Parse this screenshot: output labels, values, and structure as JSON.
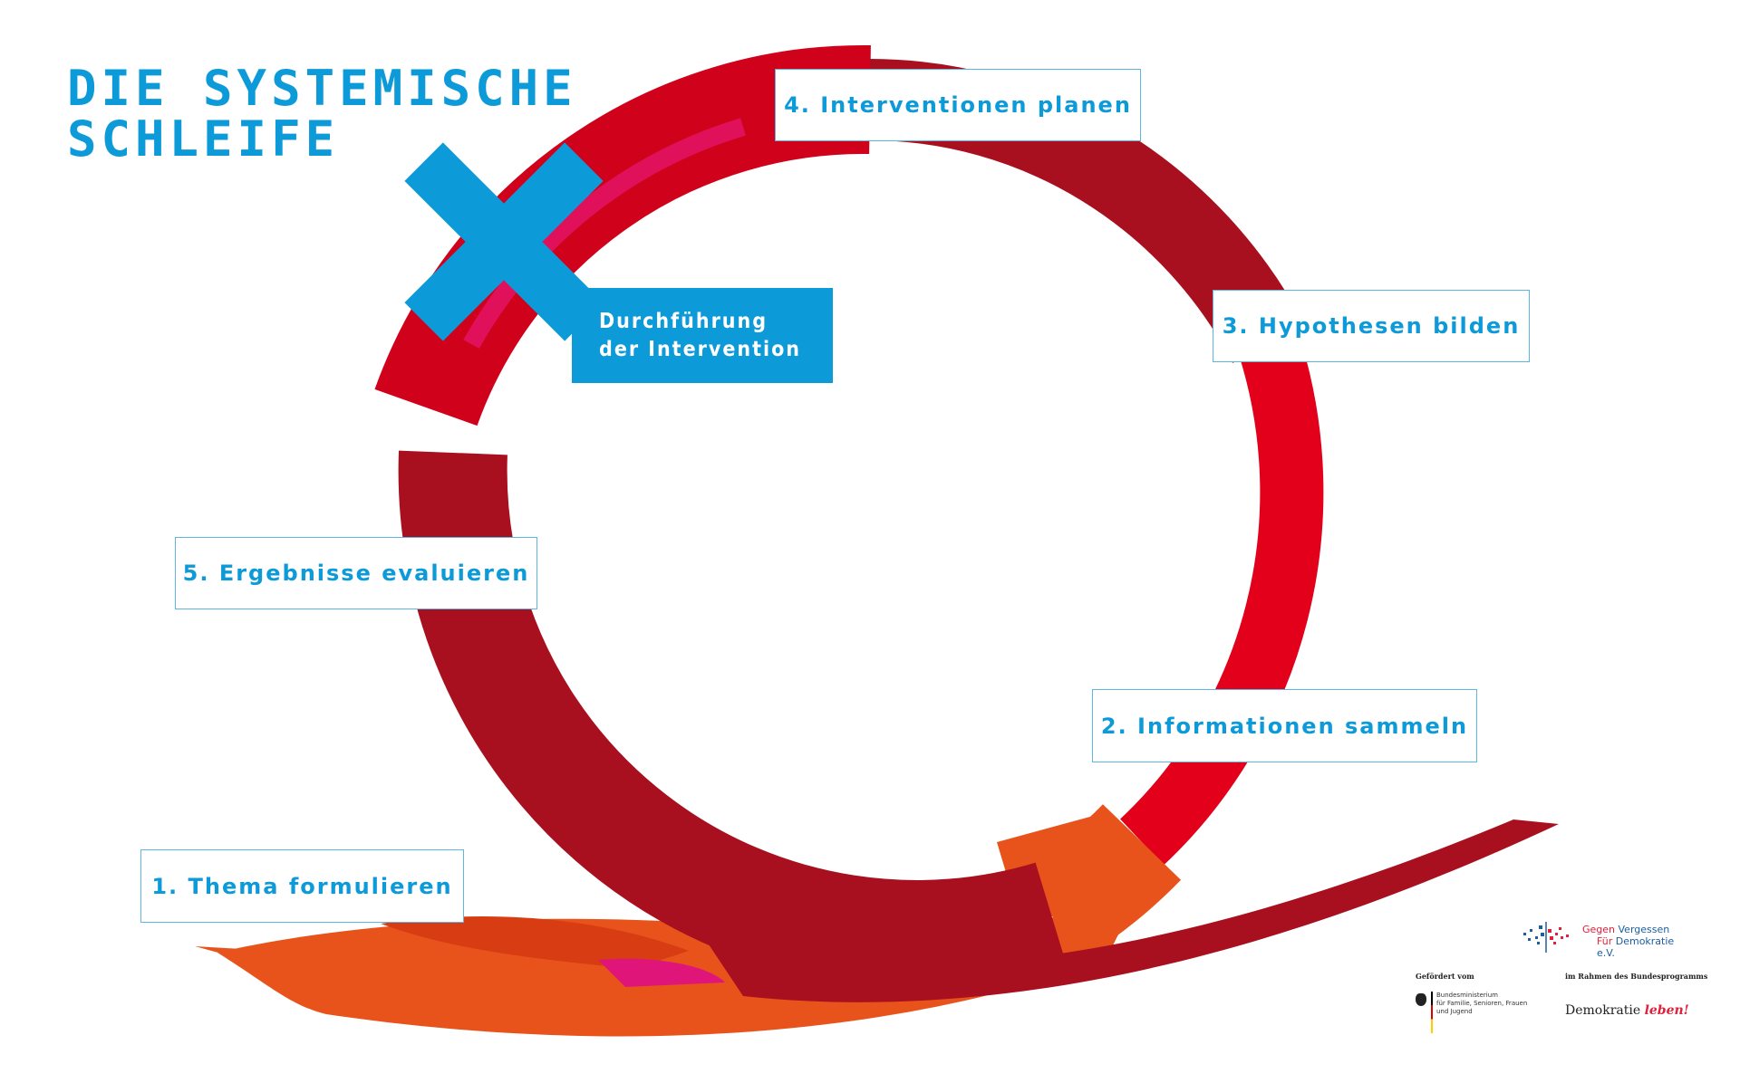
{
  "title": {
    "line1": "DIE SYSTEMISCHE",
    "line2": "SCHLEIFE"
  },
  "steps": [
    {
      "label": "1. Thema formulieren"
    },
    {
      "label": "2. Informationen sammeln"
    },
    {
      "label": "3. Hypothesen bilden"
    },
    {
      "label": "4. Interventionen planen"
    },
    {
      "label": "5. Ergebnisse evaluieren"
    }
  ],
  "execution": {
    "line1": "Durchführung",
    "line2": "der Intervention",
    "icon": "x-mark-icon"
  },
  "logos": {
    "gv_part1": "Gegen",
    "gv_part2": "Vergessen",
    "gv_part3": "Für",
    "gv_part4": "Demokratie e.V.",
    "funded_by": "Gefördert vom",
    "ministry_line1": "Bundesministerium",
    "ministry_line2": "für Familie, Senioren, Frauen",
    "ministry_line3": "und Jugend",
    "program_intro": "im Rahmen des Bundesprogramms",
    "program_name": "Demokratie",
    "program_name2": "leben!"
  },
  "colors": {
    "blue": "#0d9ad8",
    "red": "#d0021b",
    "darkred": "#a8101f",
    "orange": "#e8531c"
  }
}
